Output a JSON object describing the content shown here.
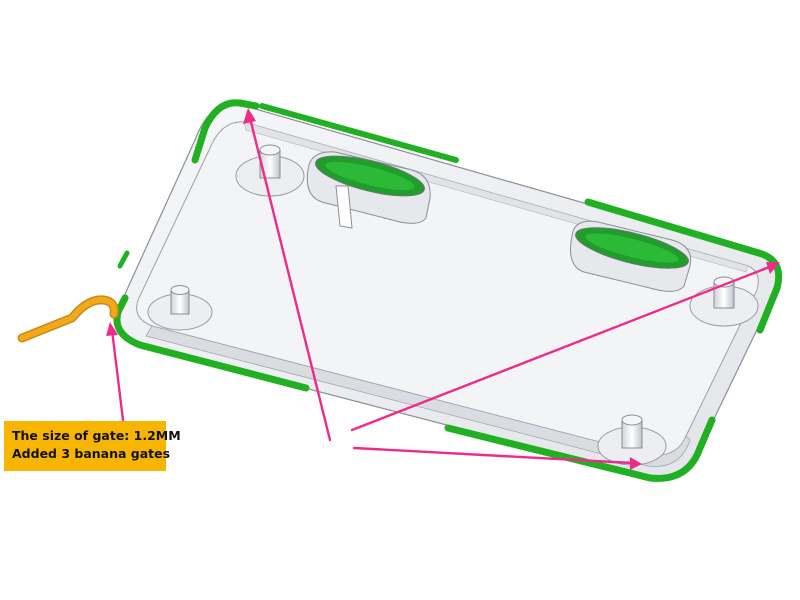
{
  "diagram": {
    "subject": "Injection-molded rectangular housing cover with banana gates",
    "annotation": {
      "line1": "The size of gate: 1.2MM",
      "line2": "Added 3 banana gates"
    },
    "colors": {
      "rim_highlight": "#22b023",
      "gate_runner": "#f1a81b",
      "arrow": "#ee2b8b",
      "callout_bg": "#f7b500",
      "part_body": "#eceef2"
    }
  }
}
